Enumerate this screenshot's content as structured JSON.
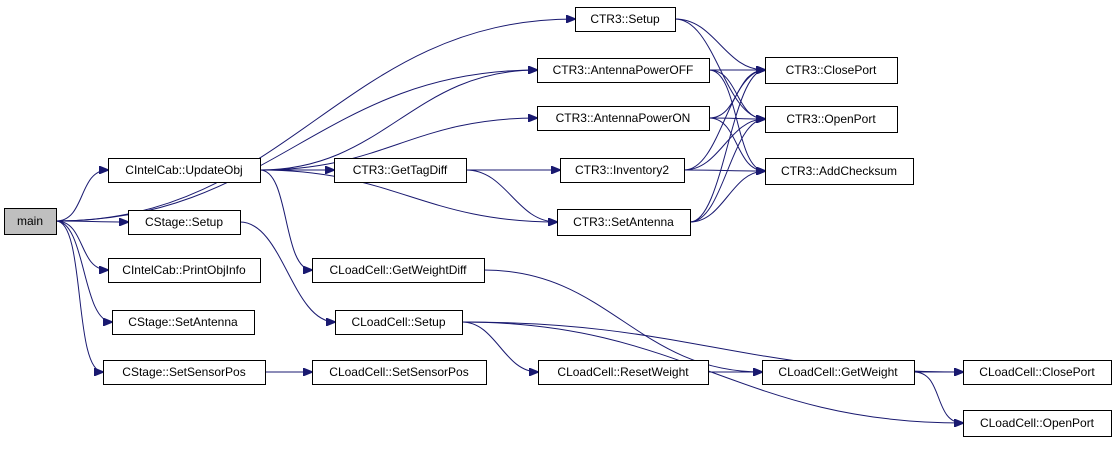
{
  "graph": {
    "colors": {
      "edge": "#191970",
      "node_fill": "#ffffff",
      "root_fill": "#bfbfbf",
      "border": "#000000"
    },
    "nodes": [
      {
        "id": "main",
        "label": "main",
        "root": true
      },
      {
        "id": "ctr3_setup",
        "label": "CTR3::Setup"
      },
      {
        "id": "ctr3_antoff",
        "label": "CTR3::AntennaPowerOFF"
      },
      {
        "id": "ctr3_closeport",
        "label": "CTR3::ClosePort"
      },
      {
        "id": "ctr3_anton",
        "label": "CTR3::AntennaPowerON"
      },
      {
        "id": "ctr3_openport",
        "label": "CTR3::OpenPort"
      },
      {
        "id": "cintel_update",
        "label": "CIntelCab::UpdateObj"
      },
      {
        "id": "ctr3_tagdiff",
        "label": "CTR3::GetTagDiff"
      },
      {
        "id": "ctr3_inventory2",
        "label": "CTR3::Inventory2"
      },
      {
        "id": "ctr3_addchecksum",
        "label": "CTR3::AddChecksum"
      },
      {
        "id": "cstage_setup",
        "label": "CStage::Setup"
      },
      {
        "id": "ctr3_setantenna",
        "label": "CTR3::SetAntenna"
      },
      {
        "id": "cintel_print",
        "label": "CIntelCab::PrintObjInfo"
      },
      {
        "id": "cload_weightdiff",
        "label": "CLoadCell::GetWeightDiff"
      },
      {
        "id": "cstage_setantenna",
        "label": "CStage::SetAntenna"
      },
      {
        "id": "cload_setup",
        "label": "CLoadCell::Setup"
      },
      {
        "id": "cstage_setsensor",
        "label": "CStage::SetSensorPos"
      },
      {
        "id": "cload_setsensor",
        "label": "CLoadCell::SetSensorPos"
      },
      {
        "id": "cload_resetweight",
        "label": "CLoadCell::ResetWeight"
      },
      {
        "id": "cload_getweight",
        "label": "CLoadCell::GetWeight"
      },
      {
        "id": "cload_closeport",
        "label": "CLoadCell::ClosePort"
      },
      {
        "id": "cload_openport",
        "label": "CLoadCell::OpenPort"
      }
    ],
    "edges": [
      [
        "main",
        "ctr3_setup"
      ],
      [
        "main",
        "ctr3_antoff"
      ],
      [
        "main",
        "cintel_update"
      ],
      [
        "main",
        "cstage_setup"
      ],
      [
        "main",
        "cintel_print"
      ],
      [
        "main",
        "cstage_setantenna"
      ],
      [
        "main",
        "cstage_setsensor"
      ],
      [
        "ctr3_setup",
        "ctr3_closeport"
      ],
      [
        "ctr3_setup",
        "ctr3_openport"
      ],
      [
        "ctr3_antoff",
        "ctr3_closeport"
      ],
      [
        "ctr3_antoff",
        "ctr3_openport"
      ],
      [
        "ctr3_antoff",
        "ctr3_addchecksum"
      ],
      [
        "ctr3_anton",
        "ctr3_closeport"
      ],
      [
        "ctr3_anton",
        "ctr3_openport"
      ],
      [
        "ctr3_anton",
        "ctr3_addchecksum"
      ],
      [
        "cintel_update",
        "ctr3_antoff"
      ],
      [
        "cintel_update",
        "ctr3_anton"
      ],
      [
        "cintel_update",
        "ctr3_tagdiff"
      ],
      [
        "cintel_update",
        "ctr3_setantenna"
      ],
      [
        "cintel_update",
        "cload_weightdiff"
      ],
      [
        "ctr3_tagdiff",
        "ctr3_inventory2"
      ],
      [
        "ctr3_tagdiff",
        "ctr3_setantenna"
      ],
      [
        "ctr3_inventory2",
        "ctr3_closeport"
      ],
      [
        "ctr3_inventory2",
        "ctr3_openport"
      ],
      [
        "ctr3_inventory2",
        "ctr3_addchecksum"
      ],
      [
        "ctr3_setantenna",
        "ctr3_closeport"
      ],
      [
        "ctr3_setantenna",
        "ctr3_openport"
      ],
      [
        "ctr3_setantenna",
        "ctr3_addchecksum"
      ],
      [
        "cstage_setup",
        "cload_setup"
      ],
      [
        "cstage_setsensor",
        "cload_setsensor"
      ],
      [
        "cload_weightdiff",
        "cload_getweight"
      ],
      [
        "cload_setup",
        "cload_resetweight"
      ],
      [
        "cload_setup",
        "cload_closeport"
      ],
      [
        "cload_setup",
        "cload_openport"
      ],
      [
        "cload_resetweight",
        "cload_getweight"
      ],
      [
        "cload_getweight",
        "cload_closeport"
      ],
      [
        "cload_getweight",
        "cload_openport"
      ]
    ]
  }
}
